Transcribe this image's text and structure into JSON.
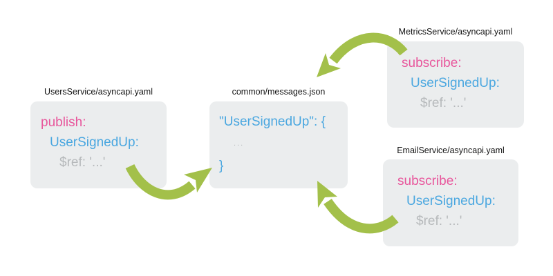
{
  "colors": {
    "background": "#ffffff",
    "box_bg": "#ebedee",
    "arrow": "#a3c04a",
    "pink": "#e8559b",
    "blue": "#4aa7e0",
    "gray": "#b6b9bb",
    "title": "#141414"
  },
  "nodes": [
    {
      "title": "UsersService/asyncapi.yaml",
      "lines": [
        {
          "text": "publish:",
          "color": "pink"
        },
        {
          "text": "UserSignedUp:",
          "color": "blue"
        },
        {
          "text": "$ref: '...'",
          "color": "gray"
        }
      ]
    },
    {
      "title": "common/messages.json",
      "lines": [
        {
          "text": "\"UserSignedUp\": {",
          "color": "blue"
        },
        {
          "text": "...",
          "color": "gray"
        },
        {
          "text": "}",
          "color": "blue"
        }
      ]
    },
    {
      "title": "MetricsService/asyncapi.yaml",
      "lines": [
        {
          "text": "subscribe:",
          "color": "pink"
        },
        {
          "text": "UserSignedUp:",
          "color": "blue"
        },
        {
          "text": "$ref: '...'",
          "color": "gray"
        }
      ]
    },
    {
      "title": "EmailService/asyncapi.yaml",
      "lines": [
        {
          "text": "subscribe:",
          "color": "pink"
        },
        {
          "text": "UserSignedUp:",
          "color": "blue"
        },
        {
          "text": "$ref: '...'",
          "color": "gray"
        }
      ]
    }
  ],
  "arrows": [
    {
      "name": "publish-to-common",
      "from": "UsersService/asyncapi.yaml",
      "to": "common/messages.json"
    },
    {
      "name": "metrics-subscribe-from-common",
      "from": "MetricsService/asyncapi.yaml",
      "to": "common/messages.json"
    },
    {
      "name": "email-subscribe-from-common",
      "from": "EmailService/asyncapi.yaml",
      "to": "common/messages.json"
    }
  ]
}
